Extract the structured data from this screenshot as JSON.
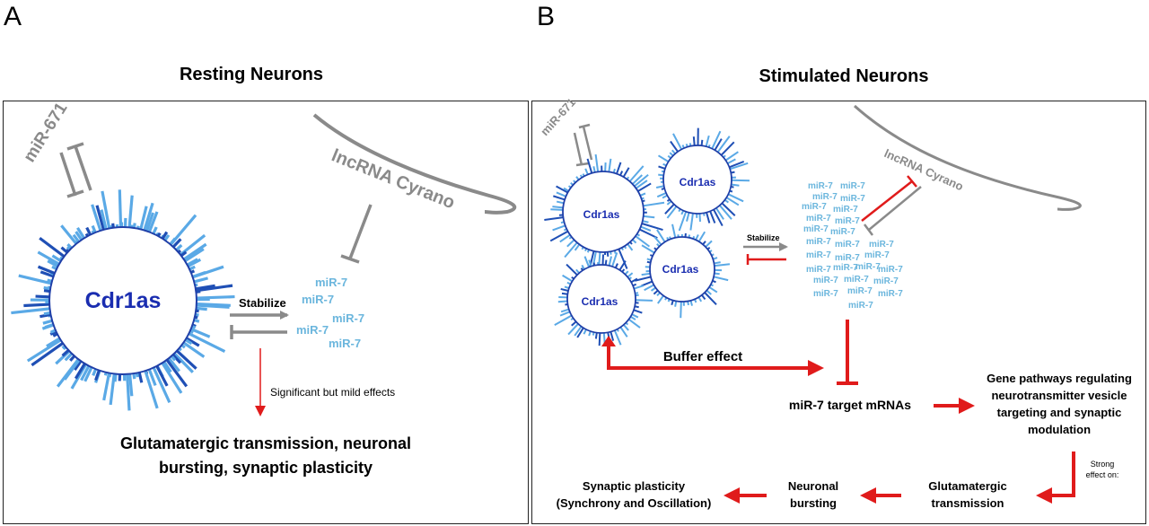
{
  "panel_a": {
    "letter": "A",
    "title": "Resting Neurons",
    "mir671": "miR-671",
    "lncrna": "lncRNA Cyrano",
    "cdr1as": "Cdr1as",
    "stabilize": "Stabilize",
    "mir7": [
      "miR-7",
      "miR-7",
      "miR-7",
      "miR-7",
      "miR-7"
    ],
    "effect_note": "Significant but mild effects",
    "outcome_line1": "Glutamatergic transmission, neuronal",
    "outcome_line2": "bursting, synaptic plasticity"
  },
  "panel_b": {
    "letter": "B",
    "title": "Stimulated Neurons",
    "mir671": "miR-671",
    "lncrna": "lncRNA Cyrano",
    "cdr1as": [
      "Cdr1as",
      "Cdr1as",
      "Cdr1as",
      "Cdr1as"
    ],
    "stabilize": "Stabilize",
    "mir7": "miR-7",
    "buffer": "Buffer effect",
    "targets": "miR-7 target mRNAs",
    "pathways_line1": "Gene pathways regulating",
    "pathways_line2": "neurotransmitter vesicle",
    "pathways_line3": "targeting  and synaptic",
    "pathways_line4": "modulation",
    "strong_line1": "Strong",
    "strong_line2": "effect on:",
    "glut_line1": "Glutamatergic",
    "glut_line2": "transmission",
    "burst_line1": "Neuronal",
    "burst_line2": "bursting",
    "plast_line1": "Synaptic plasticity",
    "plast_line2": "(Synchrony and Oscillation)"
  },
  "colors": {
    "spike": "#5aa9e6",
    "spike_dark": "#1f4fb5",
    "circle_stroke": "#1f3fa8",
    "cdr1as_text": "#1a2db0",
    "mir7_text": "#6bb6dd",
    "gray": "#8a8a8a",
    "red": "#e01b1b"
  }
}
